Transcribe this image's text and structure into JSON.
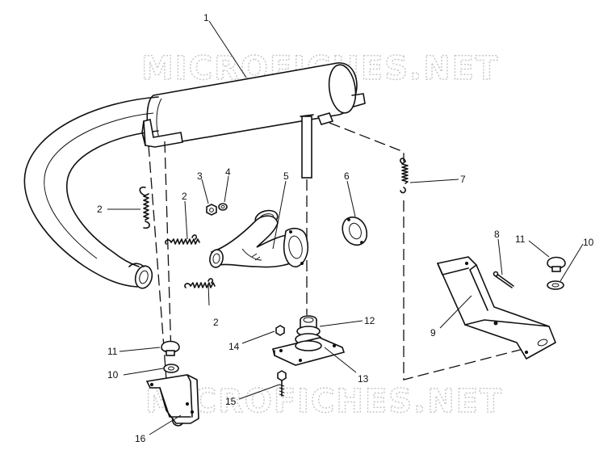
{
  "watermark": {
    "top": "MICROFICHES.NET",
    "bottom": "MICROFICHES.NET"
  },
  "callouts": {
    "c1": "1",
    "c2a": "2",
    "c2b": "2",
    "c2c": "2",
    "c3": "3",
    "c4": "4",
    "c5": "5",
    "c6": "6",
    "c7": "7",
    "c8": "8",
    "c9": "9",
    "c10a": "10",
    "c10b": "10",
    "c11a": "11",
    "c11b": "11",
    "c12": "12",
    "c13": "13",
    "c14": "14",
    "c15": "15",
    "c16": "16"
  }
}
